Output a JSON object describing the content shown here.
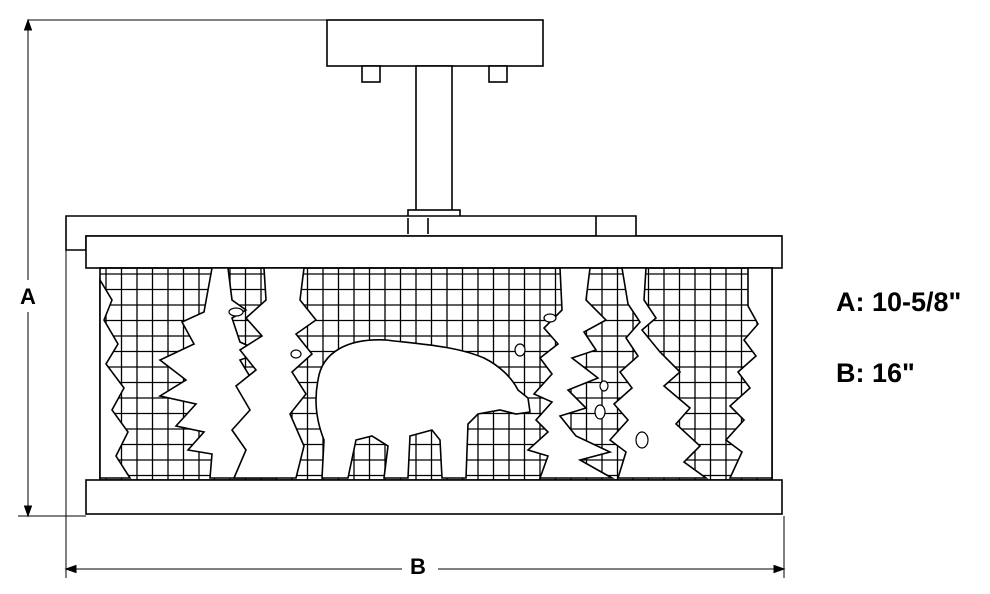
{
  "dimension_labels": {
    "height": "A",
    "width": "B"
  },
  "specs": [
    {
      "text": "A: 10-5/8\""
    },
    {
      "text": "B: 16\""
    }
  ],
  "colors": {
    "line": "#000000",
    "background": "#ffffff"
  }
}
